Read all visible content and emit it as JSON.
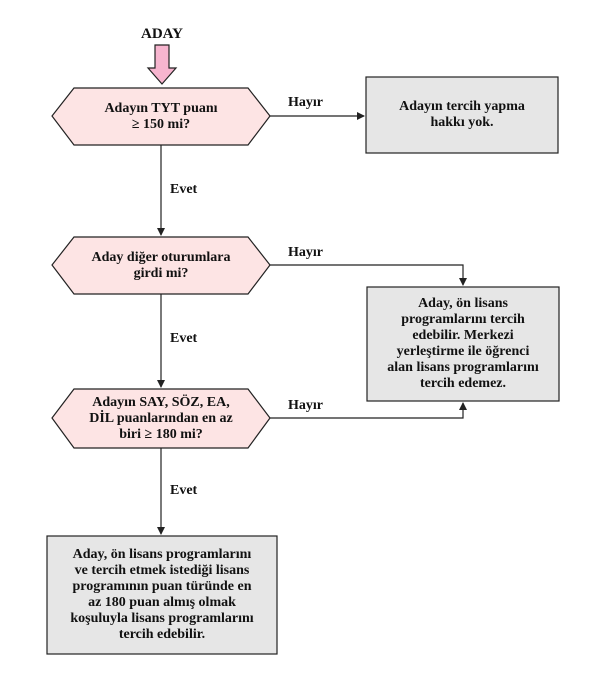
{
  "start_label": "ADAY",
  "decisions": [
    {
      "line1": "Adayın TYT puanı",
      "line2": "≥ 150 mi?"
    },
    {
      "line1": "Aday diğer oturumlara",
      "line2": "girdi mi?"
    },
    {
      "line1": "Adayın SAY, SÖZ,  EA,",
      "line2": "DİL puanlarından en az",
      "line3": "biri ≥ 180 mi?"
    }
  ],
  "outcomes": [
    {
      "line1": "Adayın tercih yapma",
      "line2": "hakkı yok."
    },
    {
      "line1": "Aday, ön lisans",
      "line2": "programlarını tercih",
      "line3": "edebilir. Merkezi",
      "line4": "yerleştirme ile öğrenci",
      "line5": "alan lisans programlarını",
      "line6": "tercih edemez."
    },
    {
      "line1": "Aday, ön lisans programlarını",
      "line2": "ve tercih etmek istediği lisans",
      "line3": "programının puan türünde en",
      "line4": "az 180 puan almış olmak",
      "line5": "koşuluyla lisans programlarını",
      "line6": "tercih edebilir."
    }
  ],
  "edge_labels": {
    "yes": "Evet",
    "no": "Hayır"
  },
  "colors": {
    "decision_fill": "#fde4e4",
    "outcome_fill": "#e6e6e6",
    "start_arrow_fill": "#f7b5cf",
    "stroke": "#222222"
  }
}
